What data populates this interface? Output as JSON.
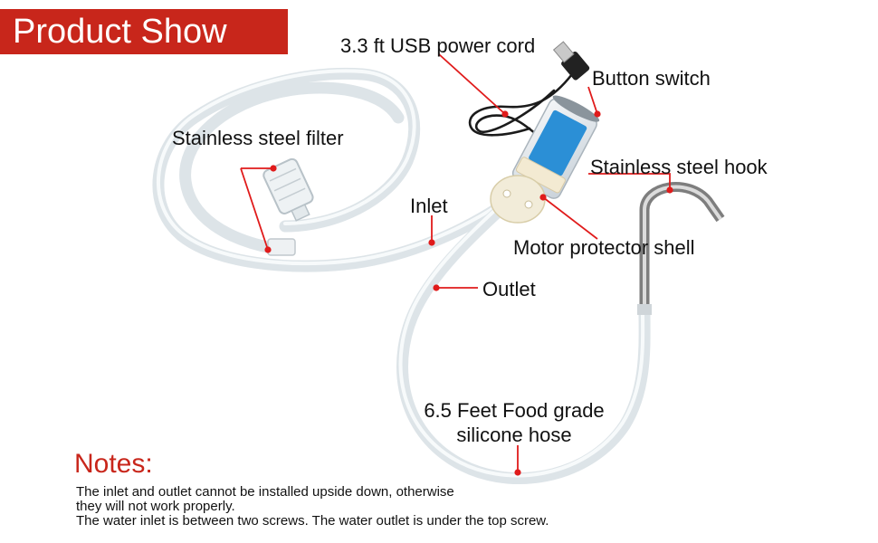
{
  "banner": {
    "title": "Product Show"
  },
  "labels": {
    "usb_cord": "3.3 ft USB power cord",
    "button_switch": "Button switch",
    "filter": "Stainless steel filter",
    "hook": "Stainless steel hook",
    "inlet": "Inlet",
    "motor_shell": "Motor protector shell",
    "outlet": "Outlet",
    "hose_line1": "6.5 Feet Food grade",
    "hose_line2": "silicone hose"
  },
  "notes": {
    "title": "Notes:",
    "line1": "The inlet and outlet cannot be installed upside down, otherwise",
    "line2": "they will not work properly.",
    "line3": "The water inlet is between two screws.   The water outlet is under the top screw."
  },
  "colors": {
    "accent": "#c8261b",
    "pointer": "#e01b1b",
    "hose": "#dfe6ea",
    "motor_label": "#2b8fd6"
  }
}
